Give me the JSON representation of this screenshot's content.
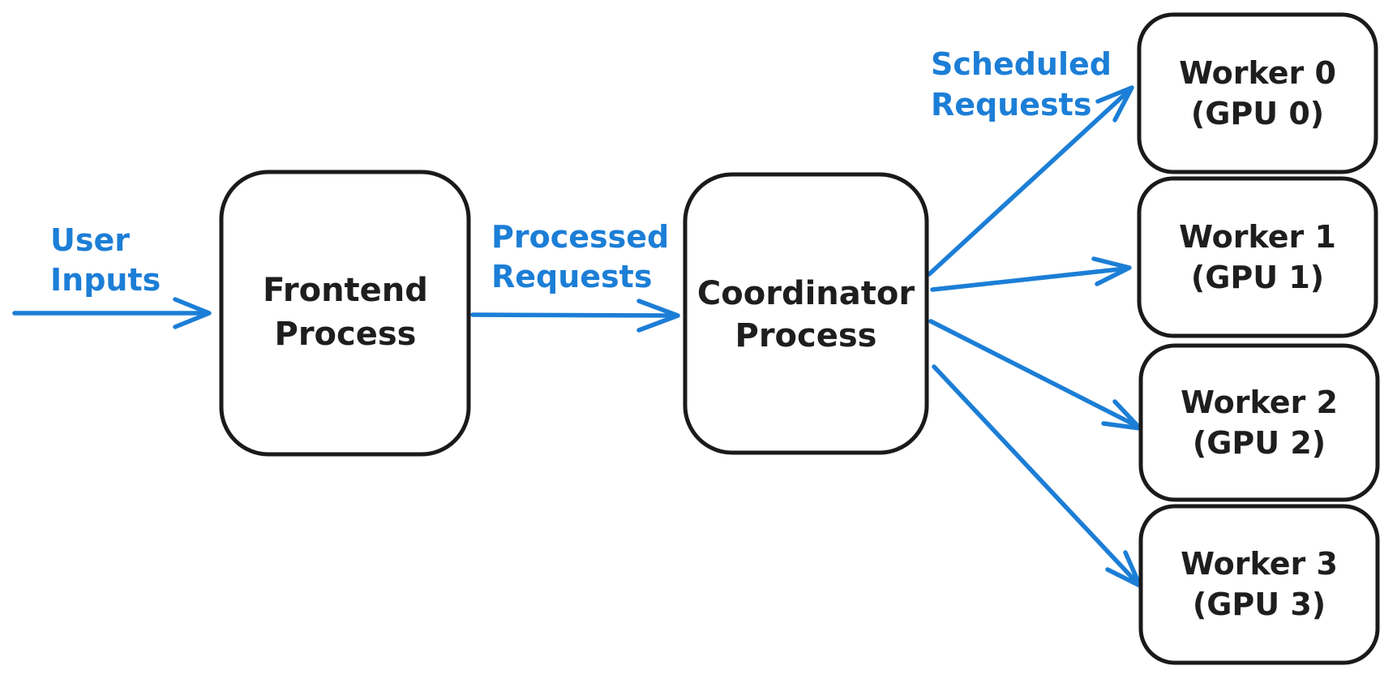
{
  "diagram": {
    "background": "#ffffff",
    "colors": {
      "box_stroke": "#1a1a1a",
      "node_text": "#1e1e1e",
      "accent_blue": "#1c7ed6"
    },
    "nodes": {
      "frontend": {
        "line1": "Frontend",
        "line2": "Process"
      },
      "coordinator": {
        "line1": "Coordinator",
        "line2": "Process"
      },
      "workers": [
        {
          "line1": "Worker 0",
          "line2": "(GPU 0)"
        },
        {
          "line1": "Worker 1",
          "line2": "(GPU 1)"
        },
        {
          "line1": "Worker 2",
          "line2": "(GPU 2)"
        },
        {
          "line1": "Worker 3",
          "line2": "(GPU 3)"
        }
      ]
    },
    "edge_labels": {
      "user_inputs": {
        "line1": "User",
        "line2": "Inputs"
      },
      "processed_requests": {
        "line1": "Processed",
        "line2": "Requests"
      },
      "scheduled_requests": {
        "line1": "Scheduled",
        "line2": "Requests"
      }
    }
  }
}
